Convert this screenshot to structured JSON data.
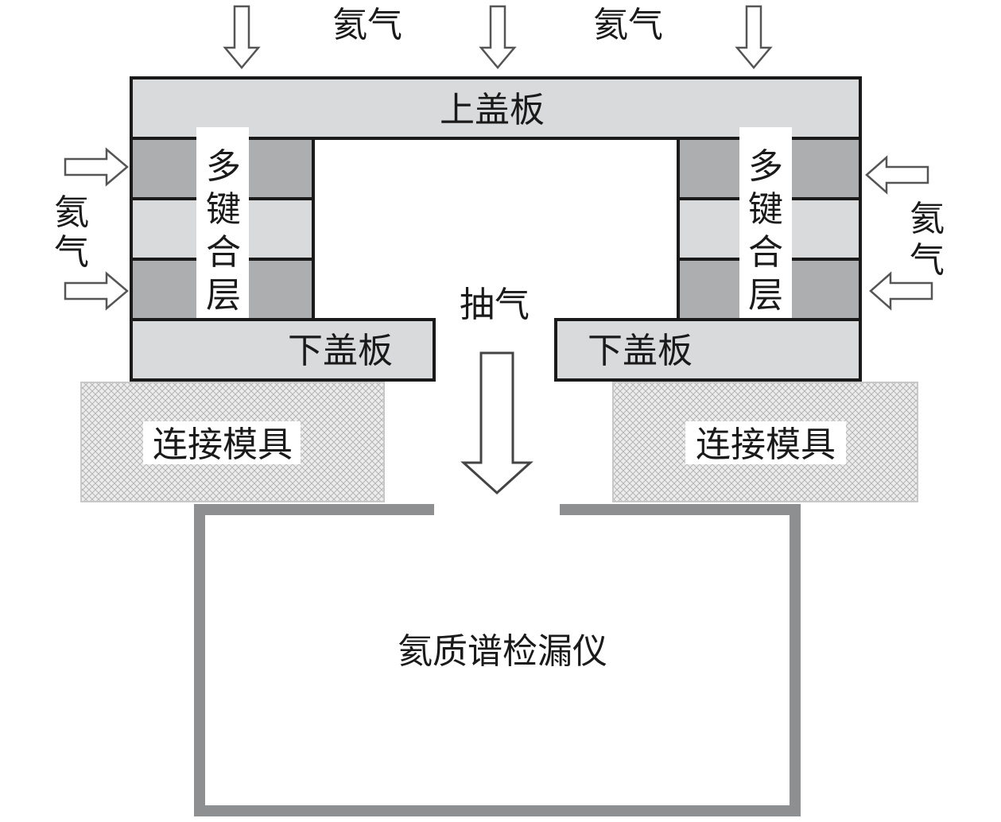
{
  "labels": {
    "helium_top_left": "氦气",
    "helium_top_right": "氦气",
    "helium_side_left": [
      "氦",
      "气"
    ],
    "helium_side_right": [
      "氦",
      "气"
    ],
    "upper_cover": "上盖板",
    "multi_bond_layer_left": [
      "多",
      "键",
      "合",
      "层"
    ],
    "multi_bond_layer_right": [
      "多",
      "键",
      "合",
      "层"
    ],
    "lower_cover_left": "下盖板",
    "lower_cover_right": "下盖板",
    "pump": "抽气",
    "mold_left": "连接模具",
    "mold_right": "连接模具",
    "leak_detector": "氦质谱检漏仪"
  },
  "colors": {
    "line": "#1a1a1a",
    "cover_fill": "#d9dadb",
    "dark_layer": "#adaeb0",
    "light_layer": "#d9dadb",
    "mold_fill": "#e6e6e6",
    "mold_hatch": "#b5b5b5",
    "detector_wall": "#8e8f91",
    "arrow_fill": "#ffffff"
  }
}
